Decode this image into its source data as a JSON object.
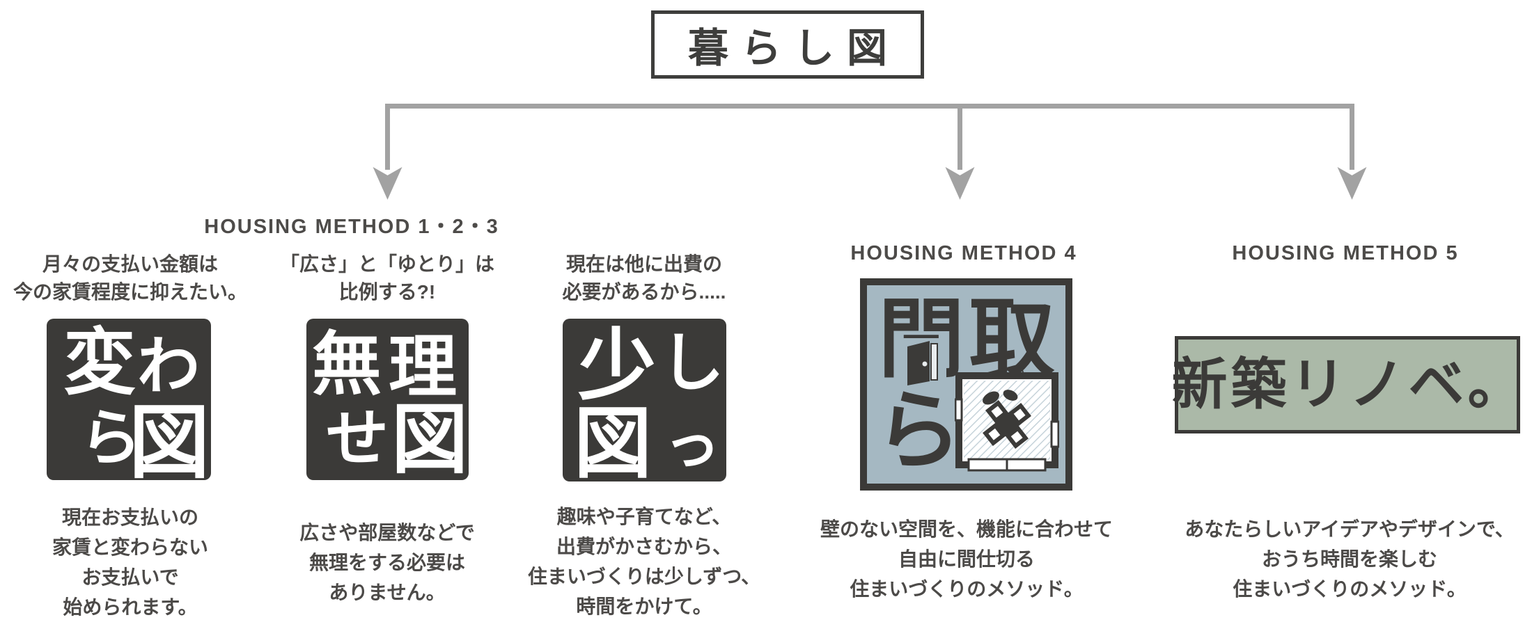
{
  "title": "暮らし図",
  "colors": {
    "dark_box": "#3b3a38",
    "text": "#4c4a48",
    "arrow_gray": "#a2a2a2",
    "madori_bg": "#a5b8c2",
    "renove_bg": "#abb9a8",
    "background": "#ffffff"
  },
  "group123": {
    "header": "HOUSING METHOD 1・2・3",
    "col1": {
      "top": [
        "月々の支払い金額は",
        "今の家賃程度に抑えたい。"
      ],
      "logo": [
        "変",
        "わ",
        "ら",
        "図"
      ],
      "bottom": [
        "現在お支払いの",
        "家賃と変わらない",
        "お支払いで",
        "始められます。"
      ]
    },
    "col2": {
      "top": [
        "「広さ」と「ゆとり」は",
        "比例する?!"
      ],
      "logo": [
        "無",
        "理",
        "せ",
        "図"
      ],
      "bottom": [
        "広さや部屋数などで",
        "無理をする必要は",
        "ありません。"
      ]
    },
    "col3": {
      "top": [
        "現在は他に出費の",
        "必要があるから....."
      ],
      "logo": [
        "少",
        "し",
        "図",
        "っ"
      ],
      "bottom": [
        "趣味や子育てなど、",
        "出費がかさむから、",
        "住まいづくりは少しずつ、",
        "時間をかけて。"
      ]
    }
  },
  "method4": {
    "header": "HOUSING METHOD 4",
    "logo": [
      "間",
      "取",
      "ら"
    ],
    "bottom": [
      "壁のない空間を、機能に合わせて",
      "自由に間仕切る",
      "住まいづくりのメソッド。"
    ]
  },
  "method5": {
    "header": "HOUSING METHOD 5",
    "logo_text": "新築リノベ。",
    "bottom": [
      "あなたらしいアイデアやデザインで、",
      "おうち時間を楽しむ",
      "住まいづくりのメソッド。"
    ]
  }
}
